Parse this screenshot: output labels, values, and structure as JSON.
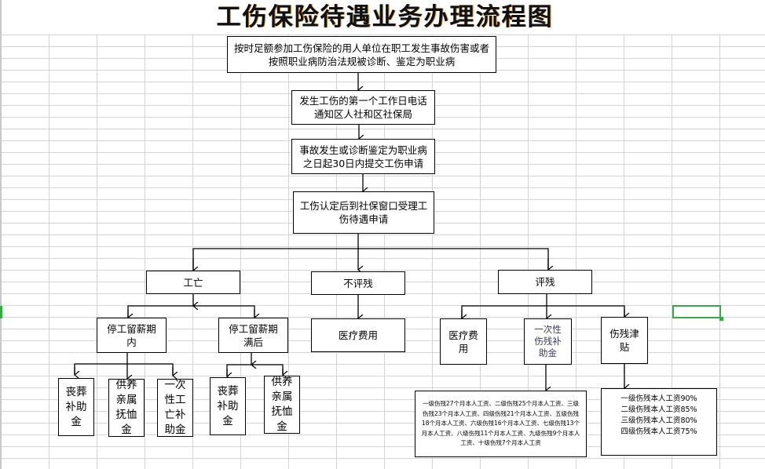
{
  "title": "工伤保险待遇业务办理流程图",
  "colors": {
    "line": "#000000",
    "grid": "#d4d4d4",
    "selection": "#3aa845"
  },
  "nodes": {
    "start": "按时足额参加工伤保险的用人单位在职工发生事故伤害或者\n按照职业病防治法规被诊断、鉴定为职业病",
    "notify": "发生工伤的第一个工作日电话\n通知区人社和区社保局",
    "apply": "事故发生或诊断鉴定为职业病\n之日起30日内提交工伤申请",
    "accept": "工伤认定后到社保窗口受理工\n伤待遇申请",
    "death": "工亡",
    "no_assess": "不评残",
    "assess": "评残",
    "death_within": "停工留薪期\n内",
    "death_after": "停工留薪期\n满后",
    "no_assess_medical": "医疗费用",
    "assess_medical": "医疗费\n用",
    "lump_disability": "一次性\n伤残补\n助金",
    "disability_allowance": "伤残津\n贴",
    "funeral_1": "丧葬\n补助\n金",
    "dependents_1": "供养\n亲属\n抚恤\n金",
    "lump_death": "一次\n性工\n亡补\n助金",
    "funeral_2": "丧葬\n补助\n金",
    "dependents_2": "供养\n亲属\n抚恤\n金",
    "lump_disability_detail": "一级伤残27个月本人工资、二级伤残25个月本人工资、三级伤残23个月本人工资、四级伤残21个月本人工资、五级伤残18个月本人工资、六级伤残16个月本人工资、七级伤残13个月本人工资、八级伤残11个月本人工资、九级伤残9个月本人工资、十级伤残7个月本人工资",
    "allowance_detail": "一级伤残本人工资90%\n二级伤残本人工资85%\n三级伤残本人工资80%\n四级伤残本人工资75%"
  }
}
